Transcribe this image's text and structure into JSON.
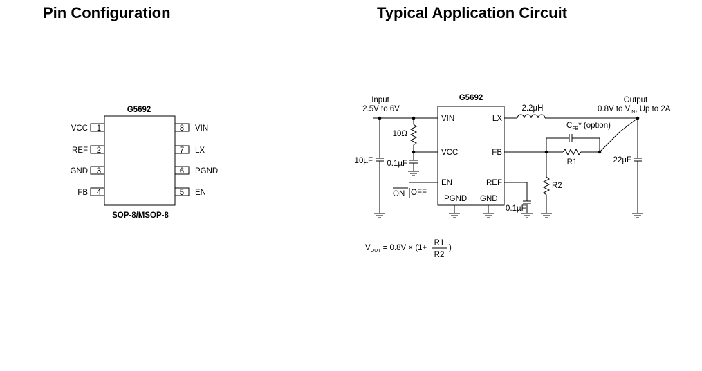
{
  "pin_config": {
    "title": "Pin Configuration",
    "chip_name": "G5692",
    "package": "SOP-8/MSOP-8",
    "left_pins": [
      {
        "num": "1",
        "label": "VCC"
      },
      {
        "num": "2",
        "label": "REF"
      },
      {
        "num": "3",
        "label": "GND"
      },
      {
        "num": "4",
        "label": "FB"
      }
    ],
    "right_pins": [
      {
        "num": "8",
        "label": "VIN"
      },
      {
        "num": "7",
        "label": "LX"
      },
      {
        "num": "6",
        "label": "PGND"
      },
      {
        "num": "5",
        "label": "EN"
      }
    ]
  },
  "app_circuit": {
    "title": "Typical Application Circuit",
    "chip_name": "G5692",
    "input_label": "Input",
    "input_range": "2.5V to 6V",
    "output_label": "Output",
    "output_range_prefix": "0.8V to V",
    "output_range_sub": "IN",
    "output_range_suffix": ", Up to 2A",
    "inductor": "2.2µH",
    "cfb_label": "C",
    "cfb_sub": "FB",
    "cfb_suffix": "* (option)",
    "r_series": "10Ω",
    "c_input": "10µF",
    "c_vcc": "0.1µF",
    "c_ref": "0.1µF",
    "c_out": "22µF",
    "r1": "R1",
    "r2": "R2",
    "ic_pins": {
      "vin": "VIN",
      "vcc": "VCC",
      "en": "EN",
      "pgnd": "PGND",
      "gnd": "GND",
      "lx": "LX",
      "fb": "FB",
      "ref": "REF"
    },
    "switch_on": "ON",
    "switch_off": "OFF"
  },
  "formula": {
    "lhs": "V",
    "lhs_sub": "OUT",
    "mid": " = 0.8V × (1+",
    "num": "R1",
    "den": "R2",
    "close": ")"
  }
}
